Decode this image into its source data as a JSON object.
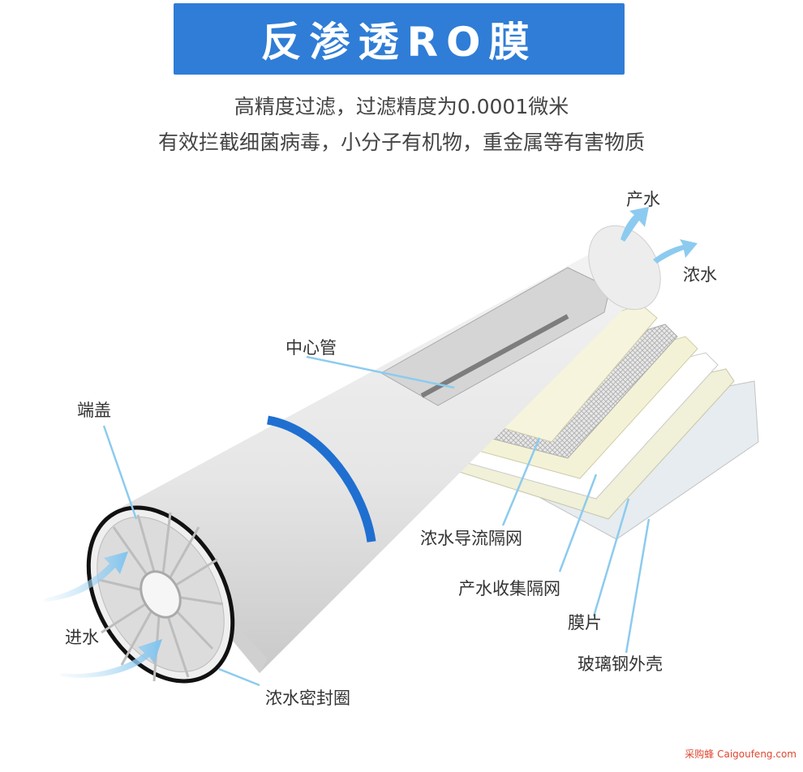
{
  "header": {
    "title": "反渗透RO膜",
    "line1": "高精度过滤，过滤精度为0.0001微米",
    "line2": "有效拦截细菌病毒，小分子有机物，重金属等有害物质"
  },
  "labels": {
    "product_water": "产水",
    "concentrate": "浓水",
    "center_tube": "中心管",
    "end_cap": "端盖",
    "concentrate_spacer": "浓水导流隔网",
    "permeate_spacer": "产水收集隔网",
    "membrane": "膜片",
    "fiberglass_shell": "玻璃钢外壳",
    "inlet": "进水",
    "brine_seal": "浓水密封圈"
  },
  "watermark": "采购蜂 Caigoufeng.com",
  "colors": {
    "banner": "#2f7dd6",
    "arrow": "#8ccbef",
    "band": "#1f6fd1"
  }
}
